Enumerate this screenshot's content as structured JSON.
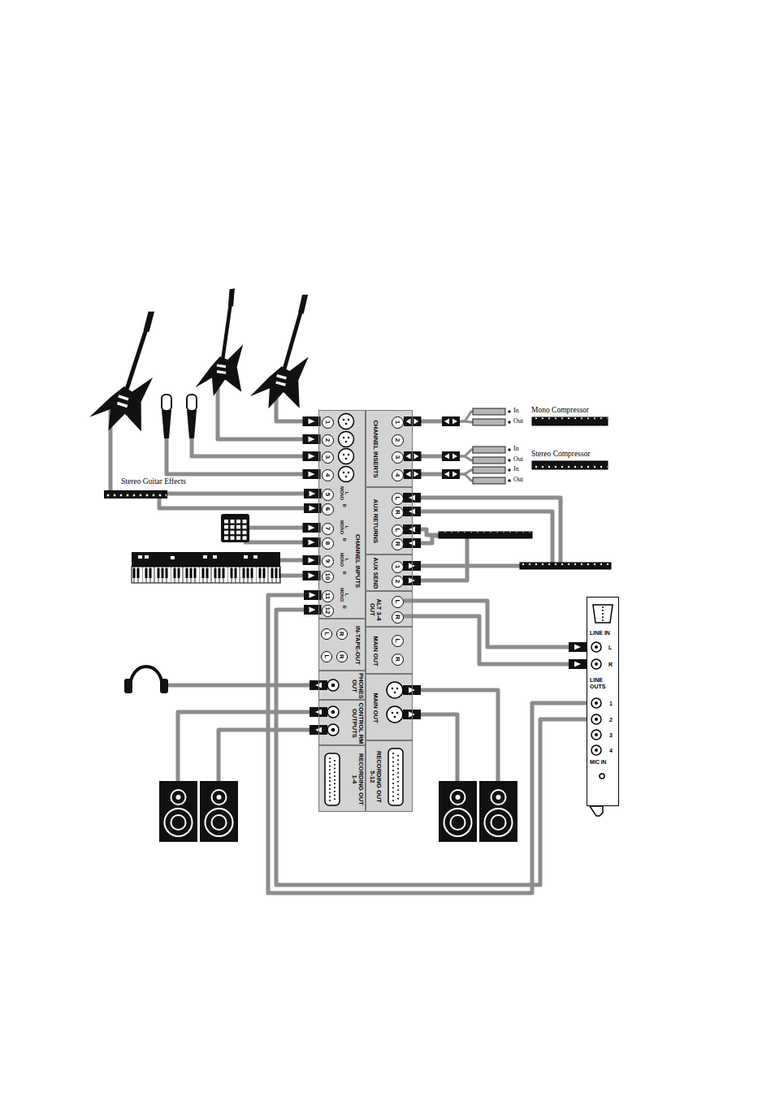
{
  "diagram": {
    "nodes": [
      {
        "text": [
          "Mono Compressor",
          "In",
          "Out"
        ]
      },
      {
        "text": [
          "Stereo Compressor",
          "In",
          "Out",
          "In",
          "Out"
        ]
      },
      {
        "text": [
          "Stereo Guitar Effects"
        ]
      },
      {
        "text": [
          "CHANNEL INPUTS"
        ]
      },
      {
        "text": [
          "1"
        ],
        "in": 3
      },
      {
        "text": [
          "2"
        ],
        "in": 3
      },
      {
        "text": [
          "3"
        ],
        "in": 3
      },
      {
        "text": [
          "4"
        ],
        "in": 3
      },
      {
        "text": [
          "5",
          "L MONO"
        ],
        "in": 3
      },
      {
        "text": [
          "6",
          "R"
        ],
        "in": 3
      },
      {
        "text": [
          "7",
          "L MONO"
        ],
        "in": 3
      },
      {
        "text": [
          "8",
          "R"
        ],
        "in": 3
      },
      {
        "text": [
          "9",
          "L MONO"
        ],
        "in": 3
      },
      {
        "text": [
          "10",
          "R"
        ],
        "in": 3
      },
      {
        "text": [
          "11",
          "L MONO"
        ],
        "in": 3
      },
      {
        "text": [
          "12",
          "R"
        ],
        "in": 3
      },
      {
        "text": [
          "CHANNEL INSERTS"
        ]
      },
      {
        "text": [
          "1"
        ],
        "in": 16
      },
      {
        "text": [
          "2"
        ],
        "in": 16
      },
      {
        "text": [
          "3"
        ],
        "in": 16
      },
      {
        "text": [
          "4"
        ],
        "in": 16
      },
      {
        "text": [
          "AUX RETURNS"
        ]
      },
      {
        "text": [
          "L"
        ],
        "in": 21
      },
      {
        "text": [
          "R"
        ],
        "in": 21
      },
      {
        "text": [
          "L"
        ],
        "in": 21
      },
      {
        "text": [
          "R"
        ],
        "in": 21
      },
      {
        "text": [
          "AUX SEND"
        ]
      },
      {
        "text": [
          "1"
        ],
        "in": 26
      },
      {
        "text": [
          "2"
        ],
        "in": 26
      },
      {
        "text": [
          "ALT 3-4 OUT"
        ]
      },
      {
        "text": [
          "L"
        ],
        "in": 29
      },
      {
        "text": [
          "R"
        ],
        "in": 29
      },
      {
        "text": [
          "IN-TAPE-OUT"
        ]
      },
      {
        "text": [
          "L"
        ],
        "in": 32
      },
      {
        "text": [
          "R"
        ],
        "in": 32
      },
      {
        "text": [
          "L"
        ],
        "in": 32
      },
      {
        "text": [
          "R"
        ],
        "in": 32
      },
      {
        "text": [
          "MAIN OUT"
        ]
      },
      {
        "text": [
          "L"
        ],
        "in": 37
      },
      {
        "text": [
          "R"
        ],
        "in": 37
      },
      {
        "text": [
          "PHONES OUT"
        ]
      },
      {
        "text": [
          "CONTROL RM OUTPUTS"
        ]
      },
      {
        "text": [
          "MAIN OUT"
        ]
      },
      {
        "text": [
          "RECORDING OUT 1-4"
        ]
      },
      {
        "text": [
          "RECORDING OUT 5-12"
        ]
      },
      {
        "text": [
          "LINE IN",
          "L",
          "R",
          "LINE OUTS",
          "1",
          "2",
          "3",
          "4",
          "MIC IN"
        ]
      }
    ],
    "edges": [
      {
        "from": 17,
        "to": 0,
        "arrow": "both"
      },
      {
        "from": 19,
        "to": 1,
        "arrow": "both"
      },
      {
        "from": 20,
        "to": 1,
        "arrow": "both"
      },
      {
        "from": 2,
        "to": 8,
        "arrow": "to"
      },
      {
        "from": 2,
        "to": 9,
        "arrow": "to"
      },
      {
        "from": 30,
        "to": 45,
        "arrow": "to"
      },
      {
        "from": 31,
        "to": 45,
        "arrow": "to"
      },
      {
        "from": 45,
        "to": 14,
        "arrow": "to"
      },
      {
        "from": 45,
        "to": 15,
        "arrow": "to"
      }
    ]
  }
}
